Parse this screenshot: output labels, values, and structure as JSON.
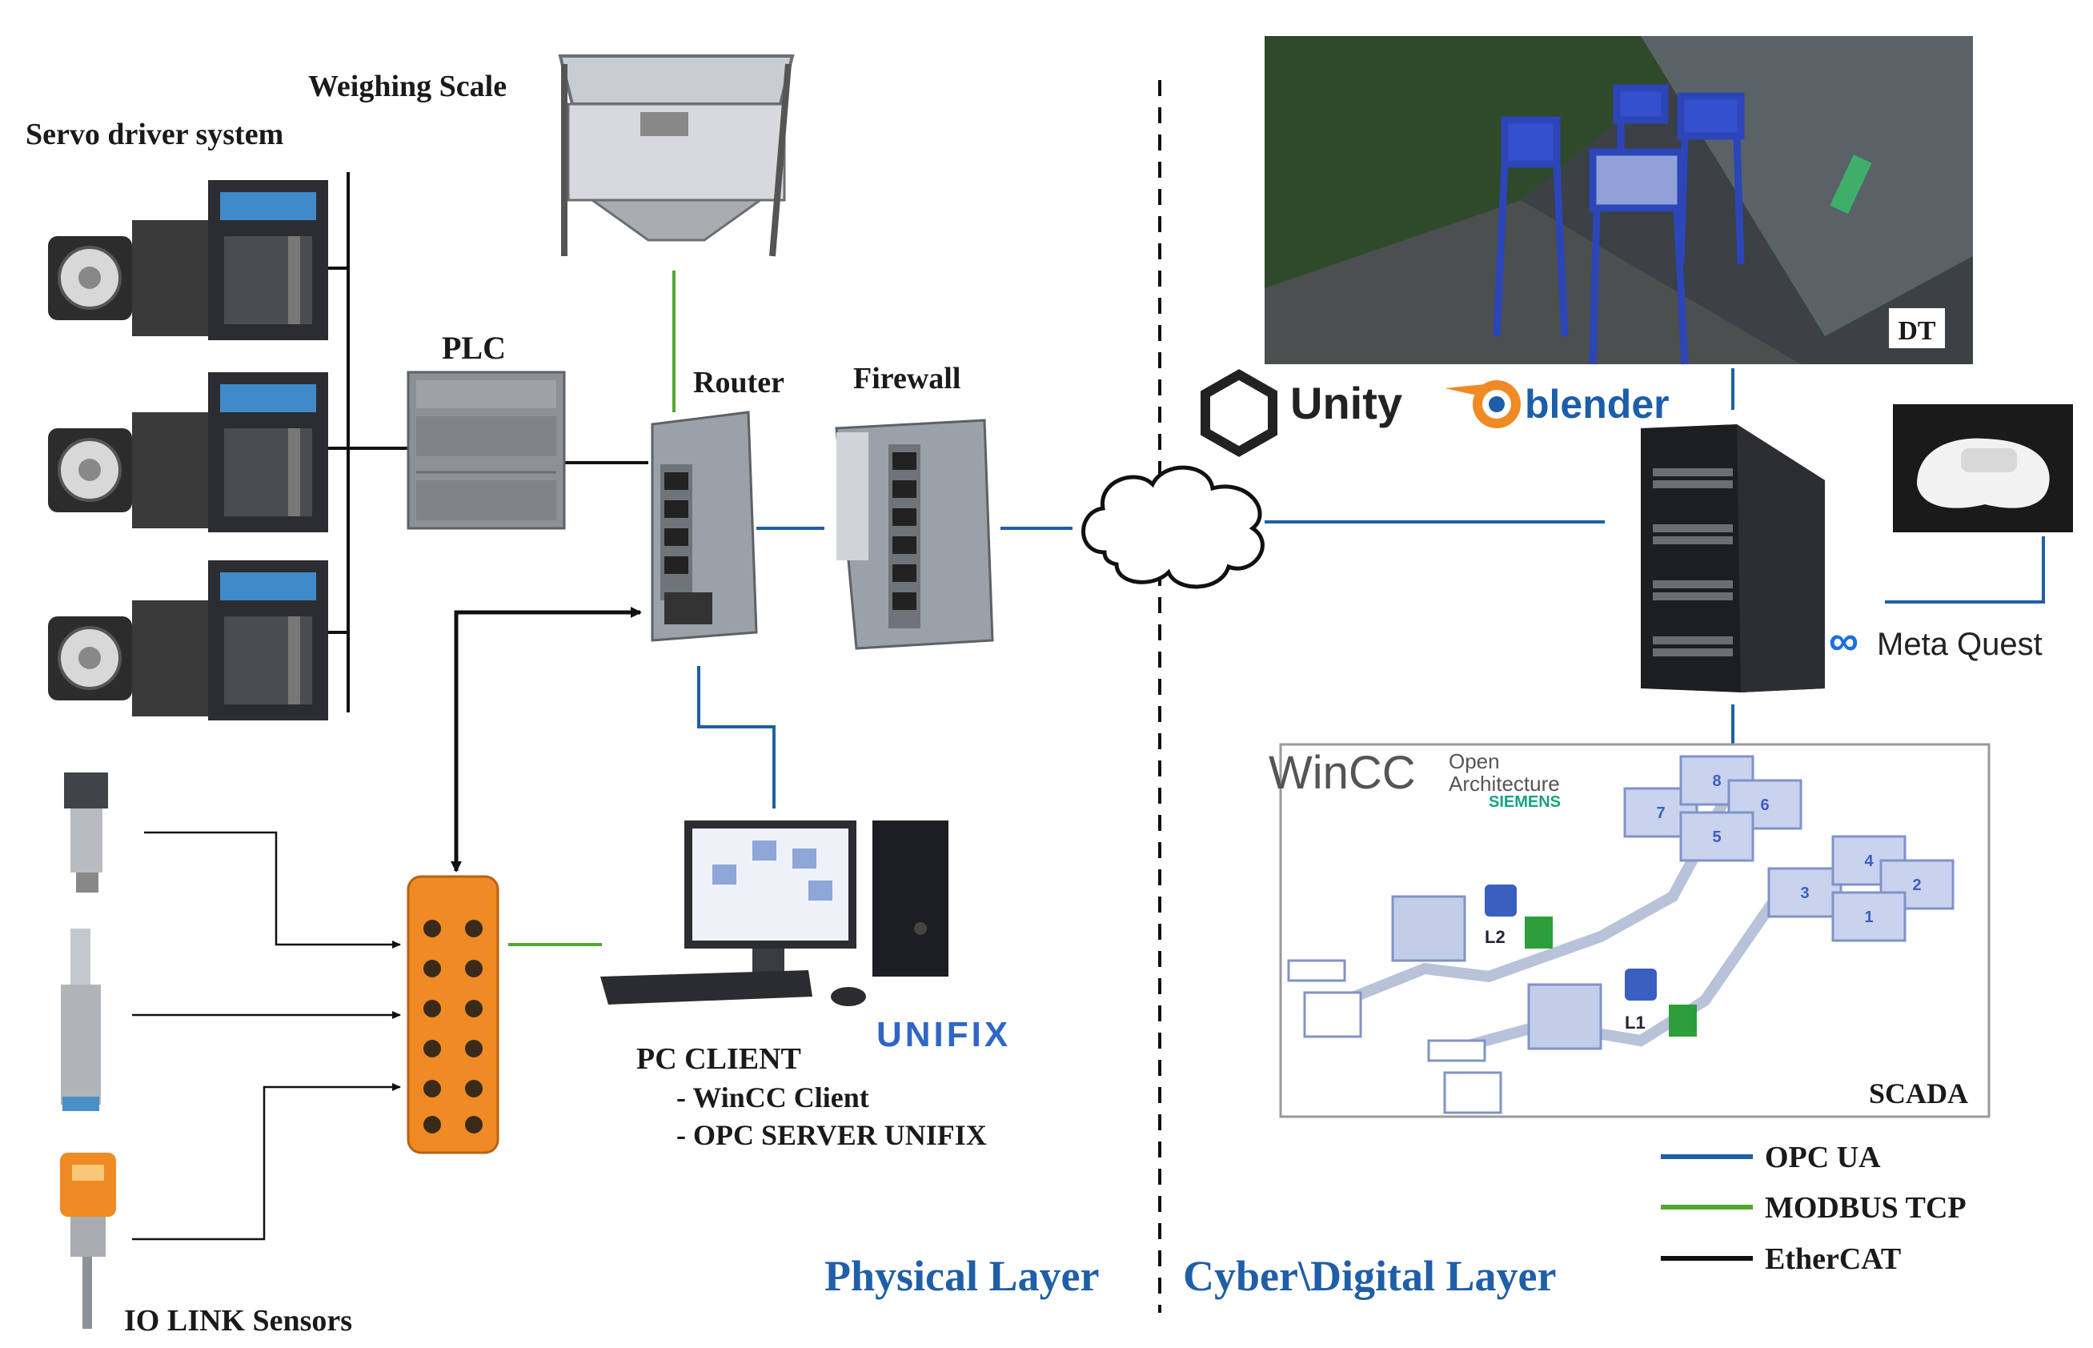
{
  "labels": {
    "weighing_scale": "Weighing Scale",
    "servo": "Servo driver system",
    "plc": "PLC",
    "router": "Router",
    "firewall": "Firewall",
    "dt": "DT",
    "unity": "Unity",
    "blender": "blender",
    "meta_quest": "Meta Quest",
    "wincc_main": "WinCC",
    "wincc_open": "Open",
    "wincc_arch": "Architecture",
    "siemens": "SIEMENS",
    "scada": "SCADA",
    "l1": "L1",
    "l2": "L2",
    "unifix": "UNIFIX",
    "pc_client": "PC CLIENT",
    "pc_item1": "- WinCC Client",
    "pc_item2": "- OPC SERVER UNIFIX",
    "io_link": "IO LINK Sensors",
    "physical_layer": "Physical Layer",
    "cyber_layer": "Cyber\\Digital Layer"
  },
  "legend": [
    {
      "label": "OPC UA",
      "color": "#1f5fa6"
    },
    {
      "label": "MODBUS TCP",
      "color": "#55a630"
    },
    {
      "label": "EtherCAT",
      "color": "#111111"
    }
  ],
  "scada_tanks": [
    "1",
    "2",
    "3",
    "4",
    "5",
    "6",
    "7",
    "8"
  ],
  "colors": {
    "opc_ua": "#1f5fa6",
    "modbus": "#55a630",
    "ethercat": "#111111",
    "layer_text": "#1f5fa6",
    "io_module": "#f08a24",
    "scada_blue": "#3b5fc0"
  }
}
